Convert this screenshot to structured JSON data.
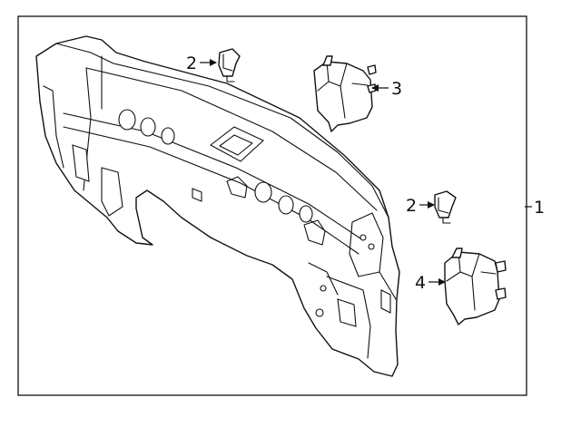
{
  "diagram": {
    "callouts": [
      {
        "id": "panel",
        "label": "1"
      },
      {
        "id": "bracket-top",
        "label": "2"
      },
      {
        "id": "bracket-right",
        "label": "2"
      },
      {
        "id": "mount-top",
        "label": "3"
      },
      {
        "id": "mount-bottom",
        "label": "4"
      }
    ]
  }
}
